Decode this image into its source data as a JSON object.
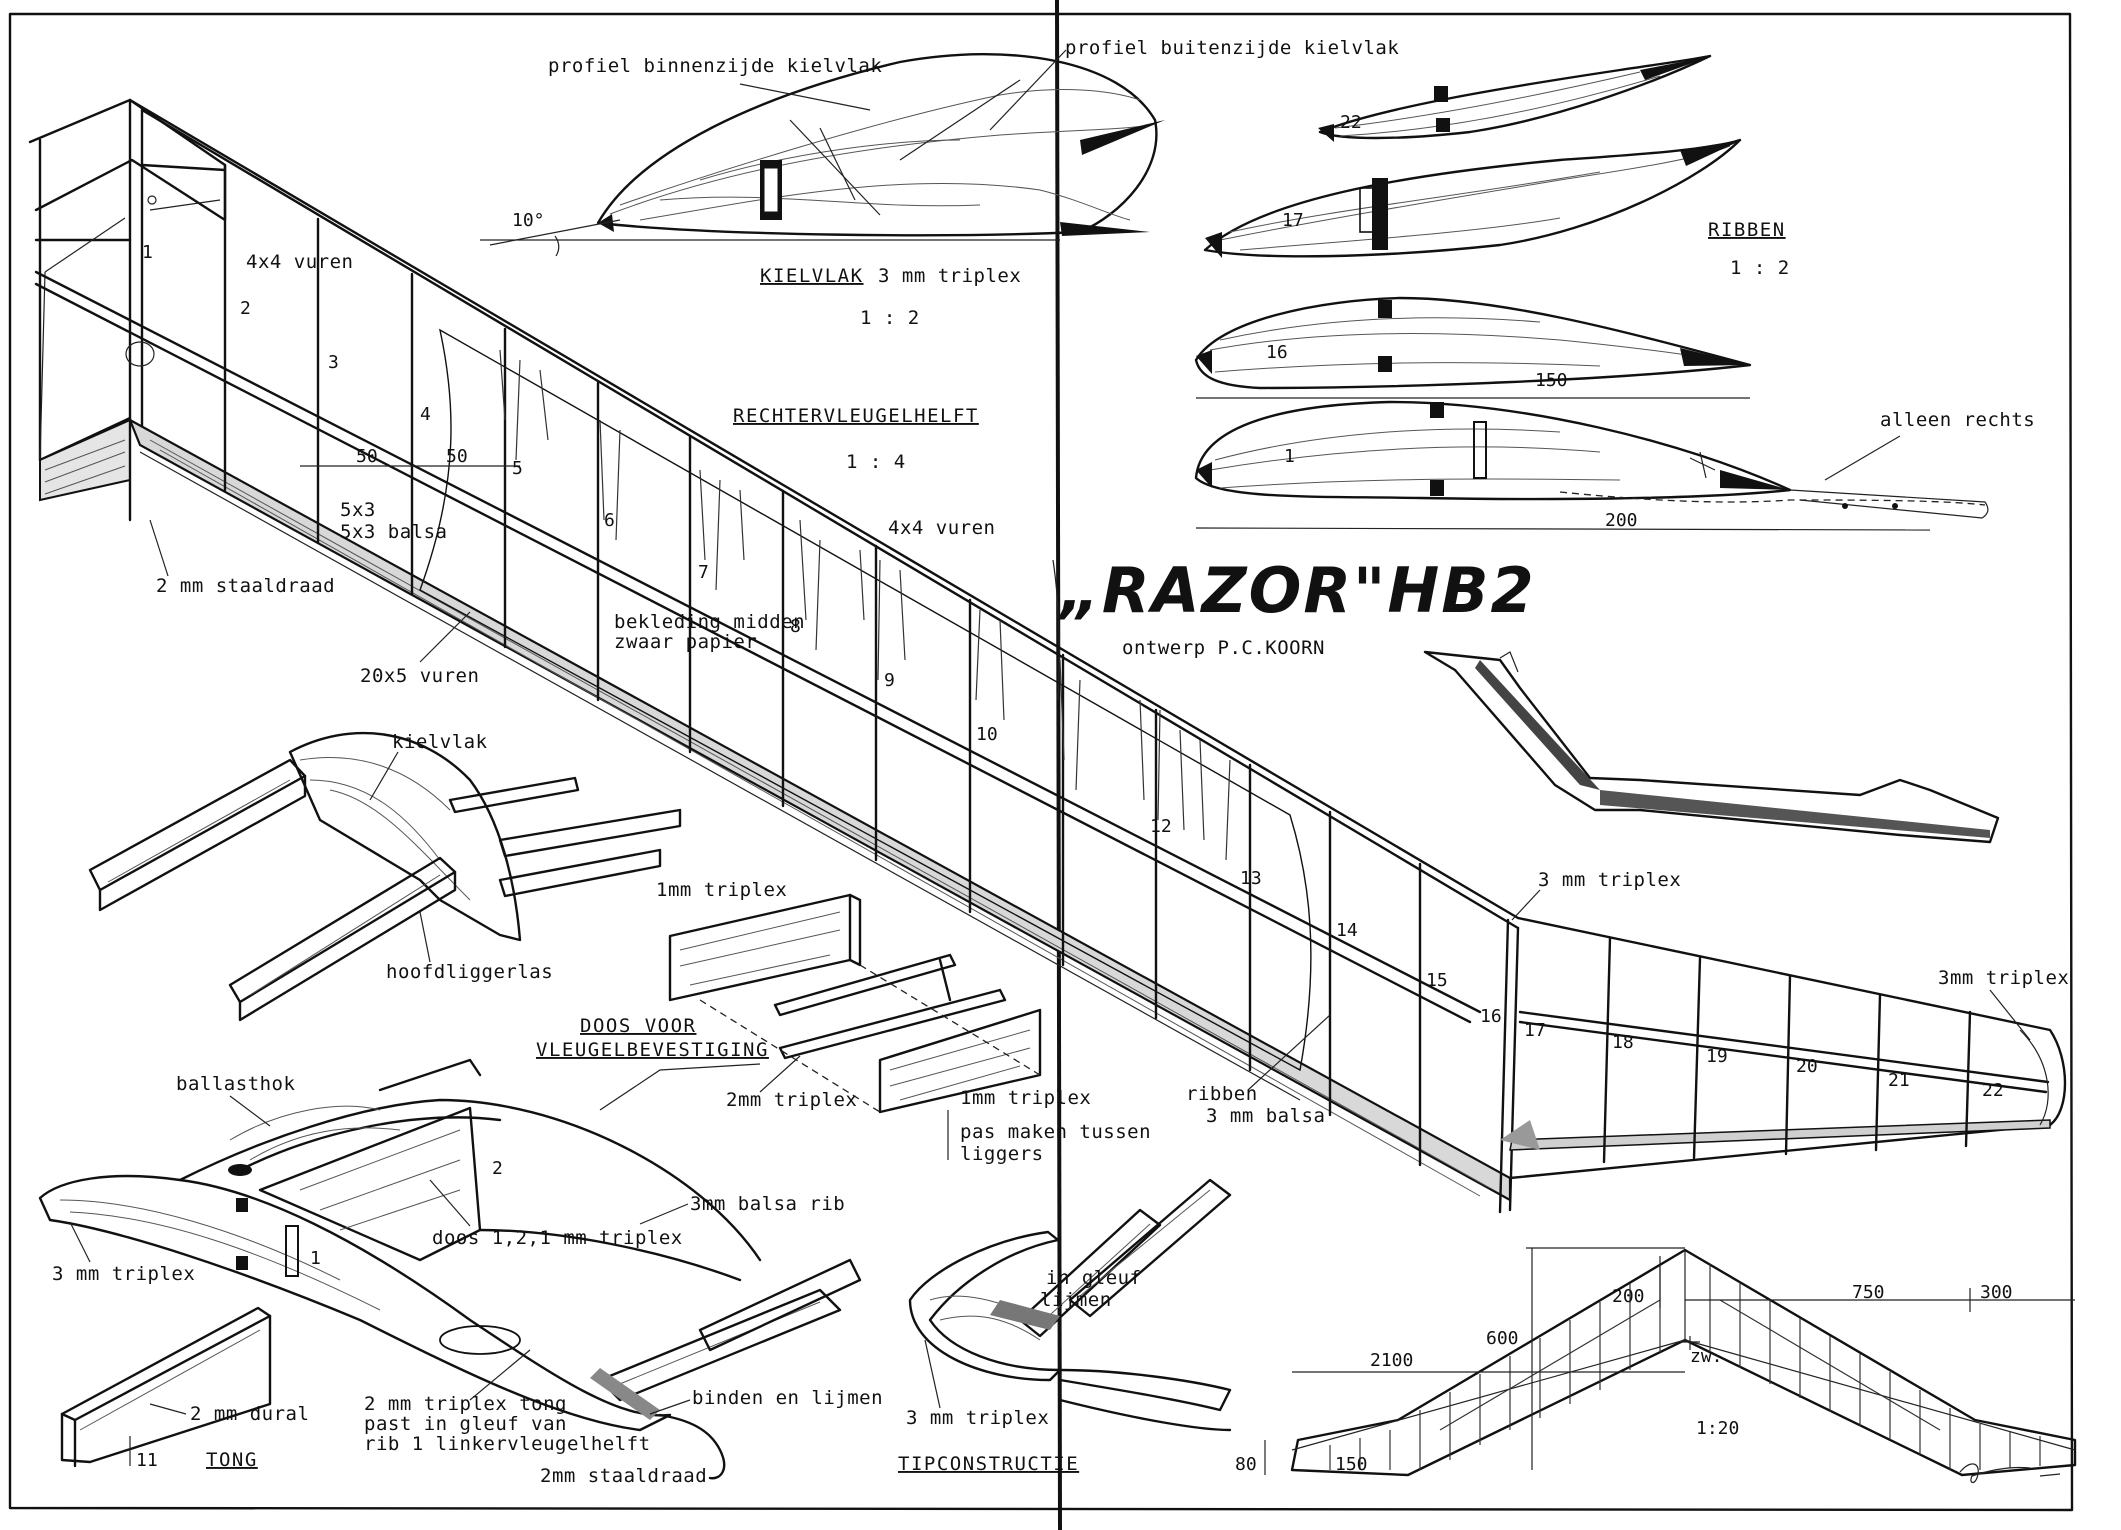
{
  "title": {
    "name": "„RAZOR\"HB2",
    "designer": "ontwerp P.C.KOORN"
  },
  "keel": {
    "title": "KIELVLAK",
    "material": "3 mm triplex",
    "scale": "1 : 2",
    "inner_profile": "profiel binnenzijde kielvlak",
    "outer_profile": "profiel buitenzijde kielvlak",
    "angle": "10°"
  },
  "ribs": {
    "title": "RIBBEN",
    "scale": "1 : 2",
    "only_right": "alleen rechts",
    "numbers": [
      "22",
      "17",
      "16",
      "1"
    ],
    "dim_150": "150",
    "dim_200": "200"
  },
  "wing": {
    "title": "RECHTERVLEUGELHELFT",
    "scale": "1 : 4",
    "spar_top": "4x4 vuren",
    "spar_mid": "4x4 vuren",
    "balsa": "5x3 balsa",
    "steel_wire": "2 mm staaldraad",
    "lower_spar": "20x5 vuren",
    "covering_1": "bekleding midden",
    "covering_2": "zwaar papier",
    "rib_balsa_1": "ribben",
    "rib_balsa_2": "3 mm balsa",
    "triplex_mid": "3 mm triplex",
    "triplex_tip": "3mm triplex",
    "dim_a": "50",
    "dim_b": "50",
    "rib_numbers": [
      "1",
      "2",
      "3",
      "4",
      "5",
      "6",
      "7",
      "8",
      "9",
      "10",
      "12",
      "13",
      "14",
      "15",
      "16",
      "17",
      "18",
      "19",
      "20",
      "21",
      "22"
    ]
  },
  "keel_detail": {
    "keel": "kielvlak",
    "spar_splice": "hoofdliggerlas"
  },
  "box": {
    "title_1": "DOOS VOOR",
    "title_2": "VLEUGELBEVESTIGING",
    "triplex_1mm_a": "1mm triplex",
    "triplex_2mm": "2mm triplex",
    "triplex_1mm_b": "1mm triplex",
    "fit_1": "pas maken tussen",
    "fit_2": "liggers"
  },
  "center": {
    "ballast": "ballasthok",
    "triplex": "3 mm triplex",
    "box": "doos 1,2,1 mm triplex",
    "balsa_rib": "3mm balsa rib",
    "tongue_1": "2 mm triplex tong",
    "tongue_2": "past in gleuf van",
    "tongue_3": "rib 1 linkervleugelhelft",
    "bind": "binden en lijmen",
    "steel": "2mm staaldraad",
    "num_1": "1",
    "num_2": "2"
  },
  "tongue": {
    "title": "TONG",
    "material": "2 mm dural",
    "dim": "11"
  },
  "tip": {
    "title": "TIPCONSTRUCTIE",
    "triplex": "3 mm triplex",
    "glue_1": "in gleuf",
    "glue_2": "lijmen"
  },
  "planform": {
    "dim_2100": "2100",
    "dim_600": "600",
    "dim_200": "200",
    "dim_750": "750",
    "dim_300": "300",
    "dim_80": "80",
    "dim_150": "150",
    "cg": "zw.",
    "scale": "1:20"
  }
}
